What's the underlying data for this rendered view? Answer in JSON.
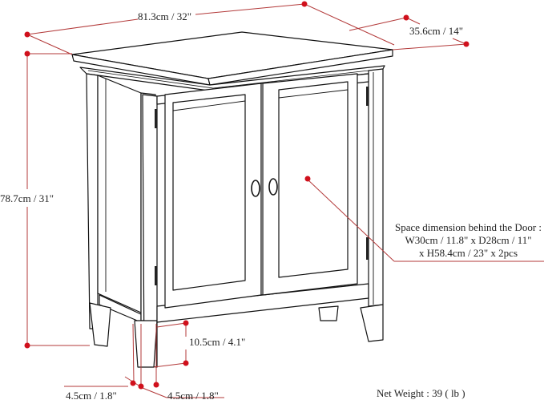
{
  "diagram": {
    "subject": "Two-door storage cabinet dimension drawing",
    "accent_color": "#d0101c",
    "line_color": "#b33a3a",
    "outline_color": "#111111"
  },
  "dimensions": {
    "width": {
      "label": "81.3cm / 32\"",
      "value_cm": 81.3,
      "value_in": 32
    },
    "depth": {
      "label": "35.6cm / 14\"",
      "value_cm": 35.6,
      "value_in": 14
    },
    "height": {
      "label": "78.7cm / 31\"",
      "value_cm": 78.7,
      "value_in": 31
    },
    "leg_clearance": {
      "label": "10.5cm / 4.1\"",
      "value_cm": 10.5,
      "value_in": 4.1
    },
    "leg_width_left": {
      "label": "4.5cm / 1.8\"",
      "value_cm": 4.5,
      "value_in": 1.8
    },
    "leg_width_right": {
      "label": "4.5cm / 1.8\"",
      "value_cm": 4.5,
      "value_in": 1.8
    }
  },
  "interior_note": {
    "lines": [
      "Space dimension behind the Door :",
      "W30cm / 11.8\" x D28cm / 11\"",
      "x H58.4cm / 23\" x 2pcs"
    ]
  },
  "net_weight": {
    "label": "Net Weight : 39 ( lb )",
    "value": 39,
    "unit": "lb"
  }
}
